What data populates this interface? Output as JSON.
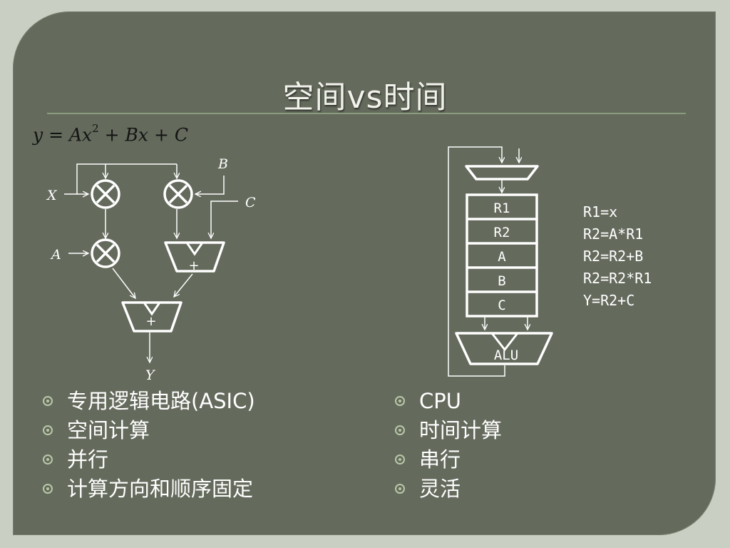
{
  "title": "空间vs时间",
  "formula": {
    "y": "y",
    "eq": " = ",
    "A": "A",
    "x1": "x",
    "exp": "2",
    "plus1": " + ",
    "B": "B",
    "x2": "x",
    "plus2": " + ",
    "C": "C"
  },
  "asic_diagram": {
    "label_x": "X",
    "label_a": "A",
    "label_b": "B",
    "label_c": "C",
    "label_y": "Y",
    "multiply_symbol": "⊗",
    "adder_symbol": "+"
  },
  "cpu_diagram": {
    "registers": [
      "R1",
      "R2",
      "A",
      "B",
      "C"
    ],
    "alu_label": "ALU"
  },
  "program": [
    "R1=x",
    "R2=A*R1",
    "R2=R2+B",
    "R2=R2*R1",
    "Y=R2+C"
  ],
  "left_bullets": [
    "专用逻辑电路(ASIC)",
    "空间计算",
    "并行",
    "计算方向和顺序固定"
  ],
  "right_bullets": [
    "CPU",
    "时间计算",
    "串行",
    "灵活"
  ],
  "colors": {
    "background": "#646a5c",
    "outer": "#c9cfc3",
    "rule": "#8a9b7e",
    "bullet": "#b8c8a8"
  }
}
